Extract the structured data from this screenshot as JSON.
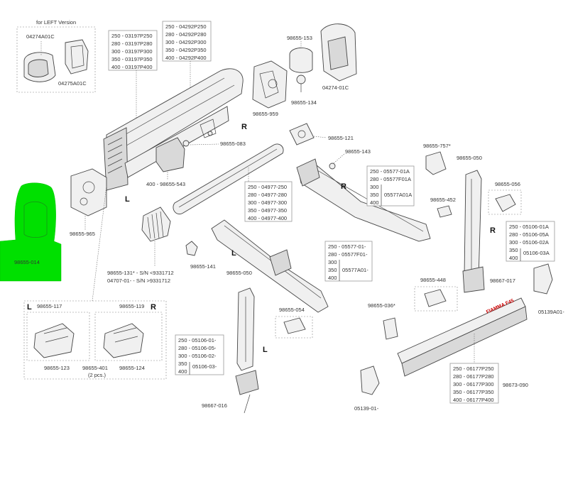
{
  "left_version_note": "for LEFT Version",
  "highlight_color": "#00e000",
  "accent_red": "#cc0000",
  "side_markers": {
    "L": "L",
    "R": "R"
  },
  "part_labels": {
    "p04274A01C": "04274A01C",
    "p04275A01C": "04275A01C",
    "p98655_153": "98655-153",
    "p04274_01C": "04274-01C",
    "p98655_134": "98655-134",
    "p98655_959": "98655-959",
    "p98655_121": "98655-121",
    "p98655_083": "98655-083",
    "p98655_143": "98655-143",
    "p98655_757": "98655-757*",
    "p98655_050a": "98655-050",
    "p98655_056": "98655-056",
    "p98655_452": "98655-452",
    "p98655_965": "98655-965",
    "p98655_014": "98655-014",
    "p98655_141": "98655-141",
    "p98655_448": "98655-448",
    "p98667_017": "98667-017",
    "p05139A01": "05139A01-",
    "p98655_050b": "98655-050",
    "p98655_036": "98655-036*",
    "p98655_054": "98655-054",
    "p98655_117": "98655-117",
    "p98655_119": "98655-119",
    "p98655_123": "98655-123",
    "p98655_401": "98655-401",
    "p2pcs": "(2 pcs.)",
    "p98655_124": "98655-124",
    "p98667_016": "98667-016",
    "p05139_01": "05139-01-",
    "p98673_090": "98673-090"
  },
  "ref_131": [
    "98655-131* - S/N <9331712",
    "04707-01- - S/N >9331712"
  ],
  "ref_543": "400 - 98655-543",
  "table_03197": [
    "250 - 03197P250",
    "280 - 03197P280",
    "300 - 03197P300",
    "350 - 03197P350",
    "400 - 03197P400"
  ],
  "table_04292": [
    "250 - 04292P250",
    "280 - 04292P280",
    "300 - 04292P300",
    "350 - 04292P350",
    "400 - 04292P400"
  ],
  "table_04977": [
    "250 - 04977-250",
    "280 - 04977-280",
    "300 - 04977-300",
    "350 - 04977-350",
    "400 - 04977-400"
  ],
  "table_05577A": {
    "rows": [
      "250 - 05577-01A",
      "280 - 05577F01A"
    ],
    "group_sizes": [
      "300",
      "350",
      "400"
    ],
    "group_code": "05577A01A"
  },
  "table_05577B": {
    "rows": [
      "250 - 05577-01-",
      "280 - 05577F01-"
    ],
    "group_sizes": [
      "300",
      "350",
      "400"
    ],
    "group_code": "05577A01-"
  },
  "table_05106A": {
    "rows": [
      "250 - 05106-01A",
      "280 - 05106-05A",
      "300 - 05106-02A"
    ],
    "group_sizes": [
      "350",
      "400"
    ],
    "group_code": "05106-03A"
  },
  "table_05106B": {
    "rows": [
      "250 - 05106-01-",
      "280 - 05106-05-",
      "300 - 05106-02-"
    ],
    "group_sizes": [
      "350",
      "400"
    ],
    "group_code": "05106-03-"
  },
  "table_06177": [
    "250 - 06177P250",
    "280 - 06177P280",
    "300 - 06177P300",
    "350 - 06177P350",
    "400 - 06177P400"
  ],
  "brand_text": "FIAMMA F45"
}
